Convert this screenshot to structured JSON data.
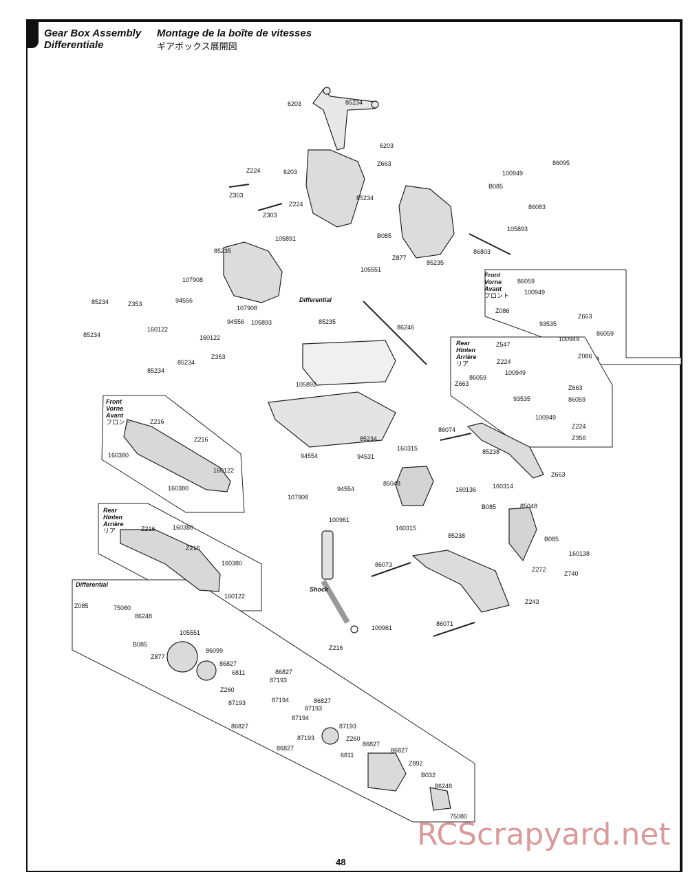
{
  "header": {
    "title_en": "Gear Box Assembly",
    "title_fr": "Montage de la boîte de vitesses",
    "title_de": "Differentiale",
    "title_jp": "ギアボックス展開図"
  },
  "groups": {
    "front_arm": [
      "Front",
      "Vorne",
      "Avant",
      "フロント"
    ],
    "rear_arm": [
      "Rear",
      "Hinten",
      "Arrière",
      "リア"
    ],
    "front_bumper": [
      "Front",
      "Vorne",
      "Avant",
      "フロント"
    ],
    "rear_bumper": [
      "Rear",
      "Hinten",
      "Arrière",
      "リア"
    ],
    "differential_box": "Differential",
    "differential_center": "Differential",
    "shock": "Shock"
  },
  "part_labels": [
    "6203",
    "85234",
    "6203",
    "Z663",
    "Z224",
    "6203",
    "Z303",
    "Z224",
    "85234",
    "Z303",
    "86095",
    "100949",
    "B085",
    "86083",
    "105893",
    "B085",
    "Z877",
    "85235",
    "86803",
    "85235",
    "105891",
    "105551",
    "107908",
    "94556",
    "107908",
    "94556",
    "85234",
    "Z353",
    "160122",
    "160122",
    "85234",
    "Z353",
    "85234",
    "85234",
    "105893",
    "85235",
    "86246",
    "105892",
    "85234",
    "86059",
    "100949",
    "Z086",
    "Z663",
    "93535",
    "86059",
    "100949",
    "Z086",
    "Z547",
    "Z224",
    "86059",
    "100949",
    "Z663",
    "Z663",
    "93535",
    "86059",
    "100949",
    "Z224",
    "Z356",
    "Z216",
    "Z216",
    "160380",
    "160122",
    "160380",
    "Z216",
    "160380",
    "Z216",
    "160380",
    "160122",
    "94554",
    "94531",
    "107908",
    "94554",
    "160315",
    "85048",
    "160136",
    "86074",
    "85238",
    "160314",
    "Z663",
    "B085",
    "85048",
    "100961",
    "160315",
    "85238",
    "B085",
    "160138",
    "Z272",
    "Z740",
    "86073",
    "Z243",
    "100961",
    "Z216",
    "86071",
    "Z085",
    "75080",
    "86248",
    "B085",
    "105551",
    "Z877",
    "86099",
    "86827",
    "6811",
    "86827",
    "87193",
    "Z260",
    "87193",
    "87194",
    "86827",
    "87193",
    "87194",
    "86827",
    "87193",
    "87193",
    "86827",
    "Z260",
    "86827",
    "6811",
    "86827",
    "Z892",
    "B032",
    "86248",
    "75080"
  ],
  "watermark": "RCScrapyard.net",
  "page_number": "48"
}
